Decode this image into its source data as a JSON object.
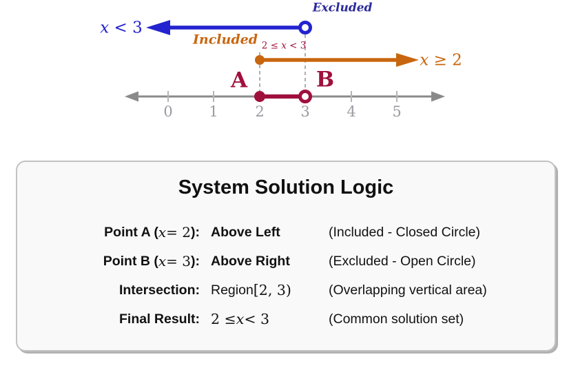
{
  "diagram": {
    "excluded_label": "Excluded",
    "included_label": "Included",
    "blue_ray_label": {
      "var": "x",
      "rest": " < 3"
    },
    "orange_ray_label": {
      "var": "x",
      "rest": " ≥ 2"
    },
    "interval_label": {
      "pre": "2 ≤ ",
      "var": "x",
      "post": " < 3"
    },
    "point_a_label": "A",
    "point_b_label": "B",
    "ticks": [
      "0",
      "1",
      "2",
      "3",
      "4",
      "5"
    ],
    "colors": {
      "blue_ray": "#2323d0",
      "excluded_text": "#2b2b9b",
      "orange_ray": "#c8660f",
      "maroon": "#a0103c",
      "axis_gray": "#8a8a8a"
    }
  },
  "logic_box": {
    "title": "System Solution Logic",
    "rows": [
      {
        "label_pre": "Point A (",
        "label_var": "x",
        "label_mid": " = 2",
        "label_close": "):",
        "value": "Above Left",
        "value_math_pre": "",
        "value_math_var": "",
        "value_math_post": "",
        "note": "(Included - Closed Circle)"
      },
      {
        "label_pre": "Point B (",
        "label_var": "x",
        "label_mid": " = 3",
        "label_close": "):",
        "value": "Above Right",
        "value_math_pre": "",
        "value_math_var": "",
        "value_math_post": "",
        "note": "(Excluded - Open Circle)"
      },
      {
        "label_pre": "Intersection:",
        "label_var": "",
        "label_mid": "",
        "label_close": "",
        "value": "Region ",
        "value_math_pre": "[2, 3)",
        "value_math_var": "",
        "value_math_post": "",
        "note": "(Overlapping vertical area)"
      },
      {
        "label_pre": "Final Result:",
        "label_var": "",
        "label_mid": "",
        "label_close": "",
        "value": "",
        "value_math_pre": "2 ≤ ",
        "value_math_var": "x",
        "value_math_post": " < 3",
        "note": "(Common solution set)"
      }
    ]
  }
}
